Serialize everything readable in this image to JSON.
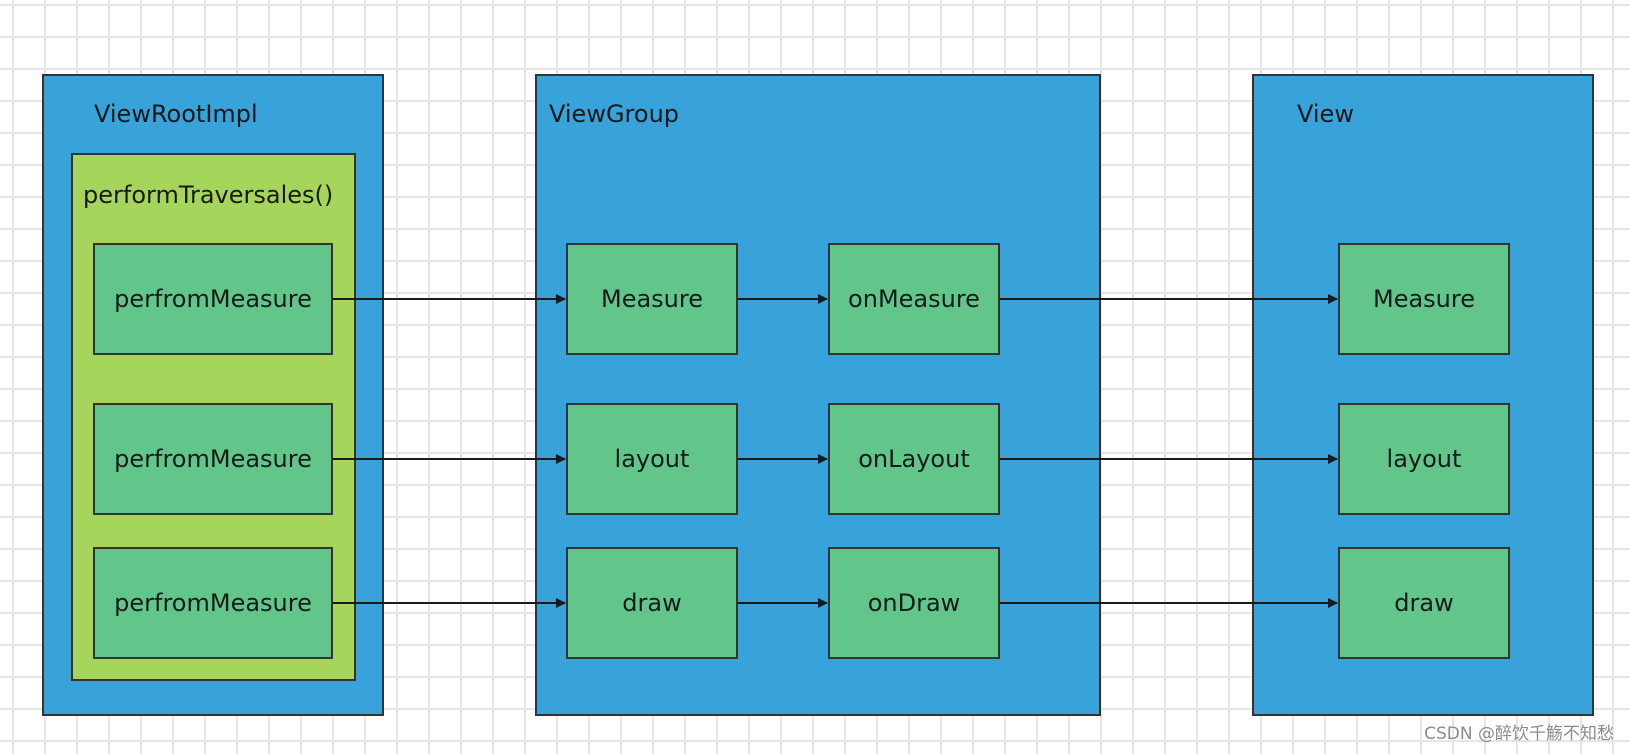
{
  "colors": {
    "panel": "#38a2da",
    "inner_panel": "#a5d55a",
    "node": "#62c68b",
    "border": "#333333",
    "arrow": "#1a1a1a",
    "grid": "#e6e6e6"
  },
  "viewrootimpl": {
    "title": "ViewRootImpl",
    "inner_title": "performTraversales()",
    "nodes": [
      "perfromMeasure",
      "perfromMeasure",
      "perfromMeasure"
    ]
  },
  "viewgroup": {
    "title": "ViewGroup",
    "left_nodes": [
      "Measure",
      "layout",
      "draw"
    ],
    "right_nodes": [
      "onMeasure",
      "onLayout",
      "onDraw"
    ]
  },
  "view": {
    "title": "View",
    "nodes": [
      "Measure",
      "layout",
      "draw"
    ]
  },
  "watermark": "CSDN @醉饮千觞不知愁"
}
